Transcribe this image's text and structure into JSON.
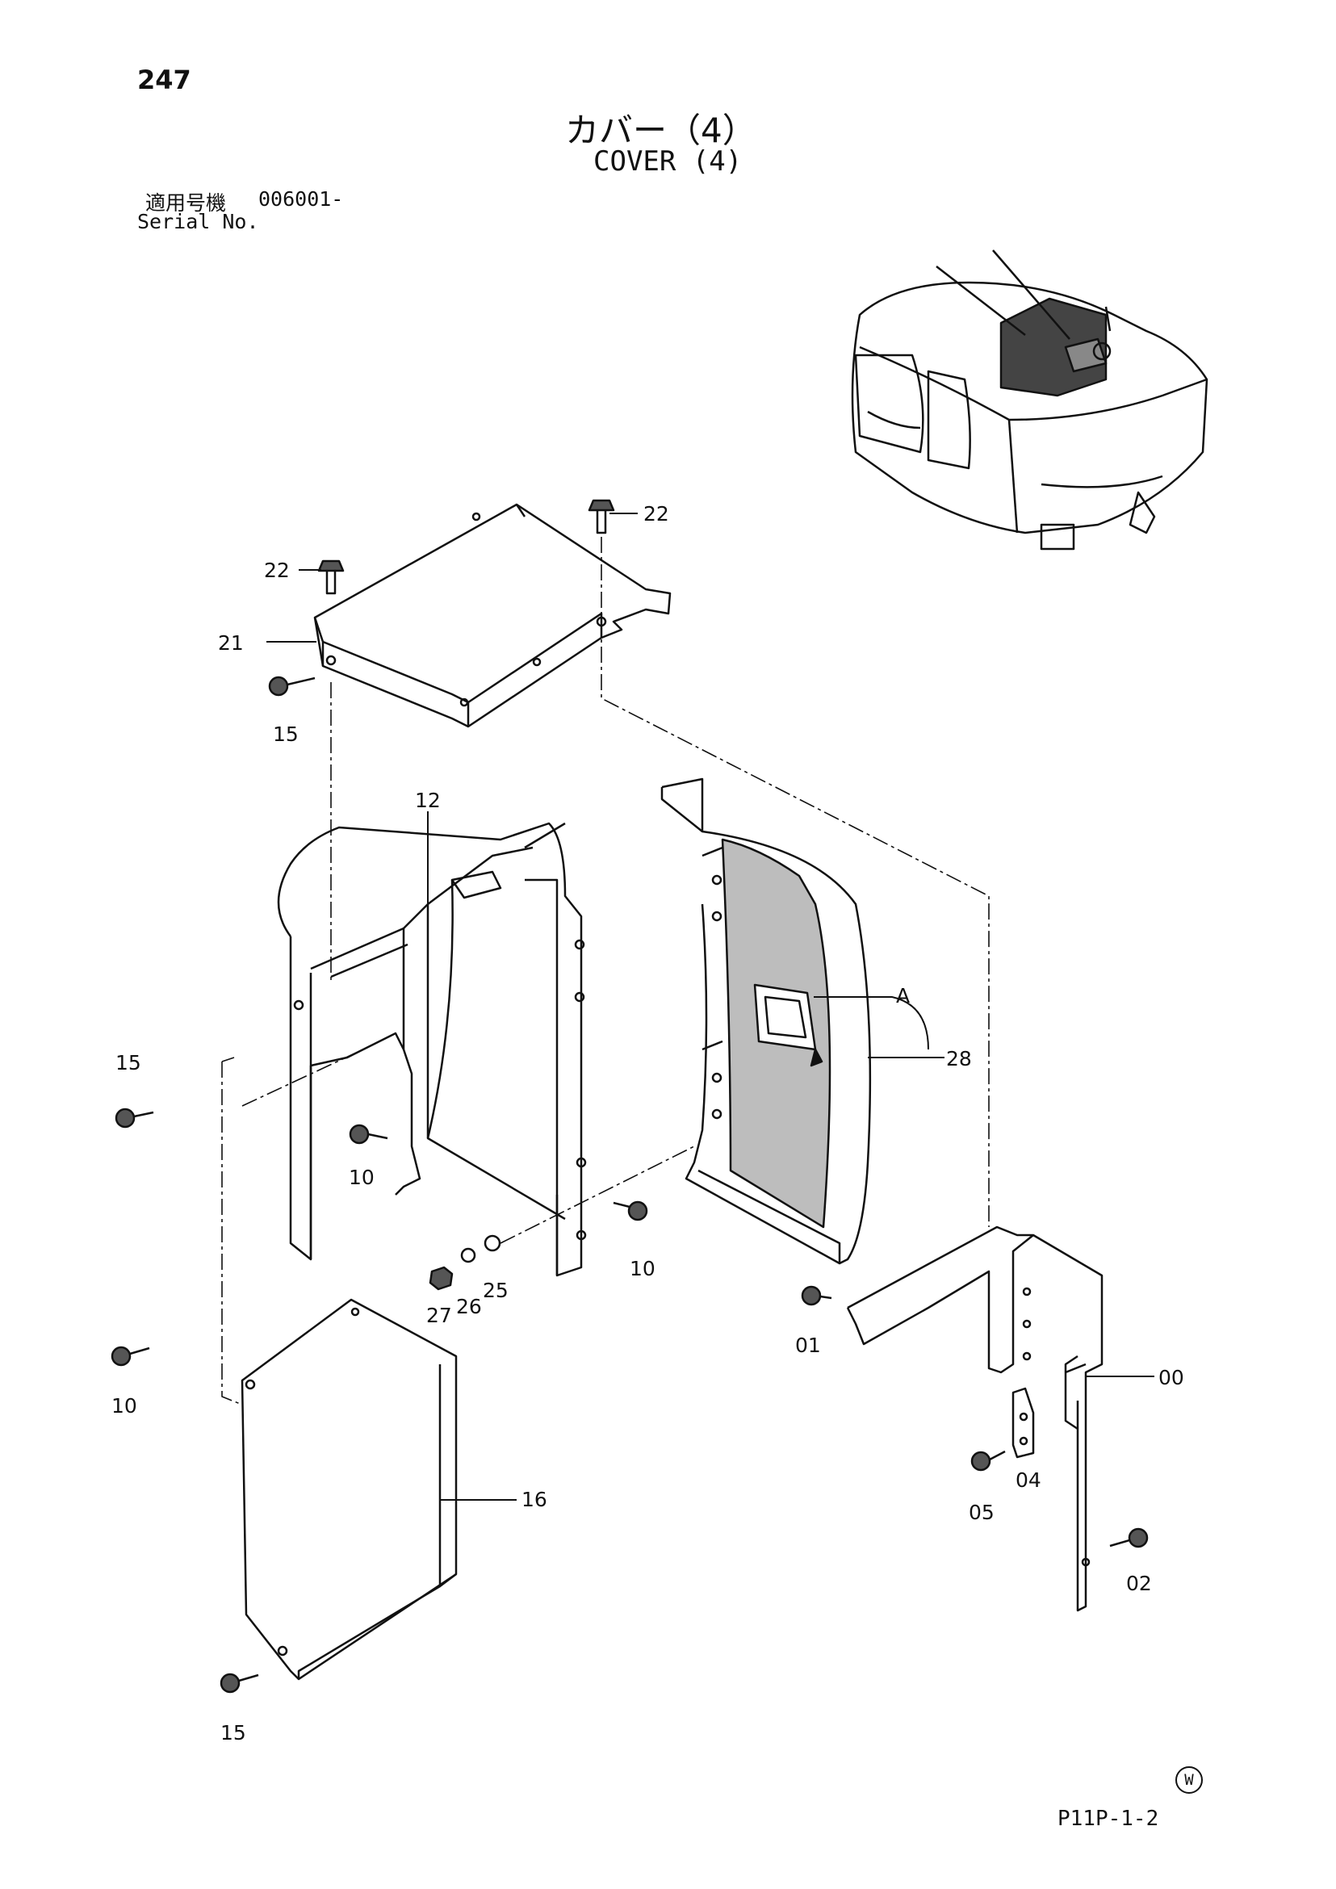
{
  "header": {
    "page_number": "247",
    "title_jp": "カバー（4）",
    "title_en": "COVER (4)",
    "serial_label_jp": "適用号機",
    "serial_value": "006001-",
    "serial_label_en": "Serial No."
  },
  "callouts": {
    "c00": "00",
    "c01": "01",
    "c02": "02",
    "c04": "04",
    "c05": "05",
    "c10a": "10",
    "c10b": "10",
    "c10c": "10",
    "c12": "12",
    "c15a": "15",
    "c15b": "15",
    "c15c": "15",
    "c16": "16",
    "c21": "21",
    "c22a": "22",
    "c22b": "22",
    "c25": "25",
    "c26": "26",
    "c27": "27",
    "c28": "28",
    "cA": "A"
  },
  "footer": {
    "w_mark": "W",
    "drawing_code": "P11P-1-2"
  }
}
